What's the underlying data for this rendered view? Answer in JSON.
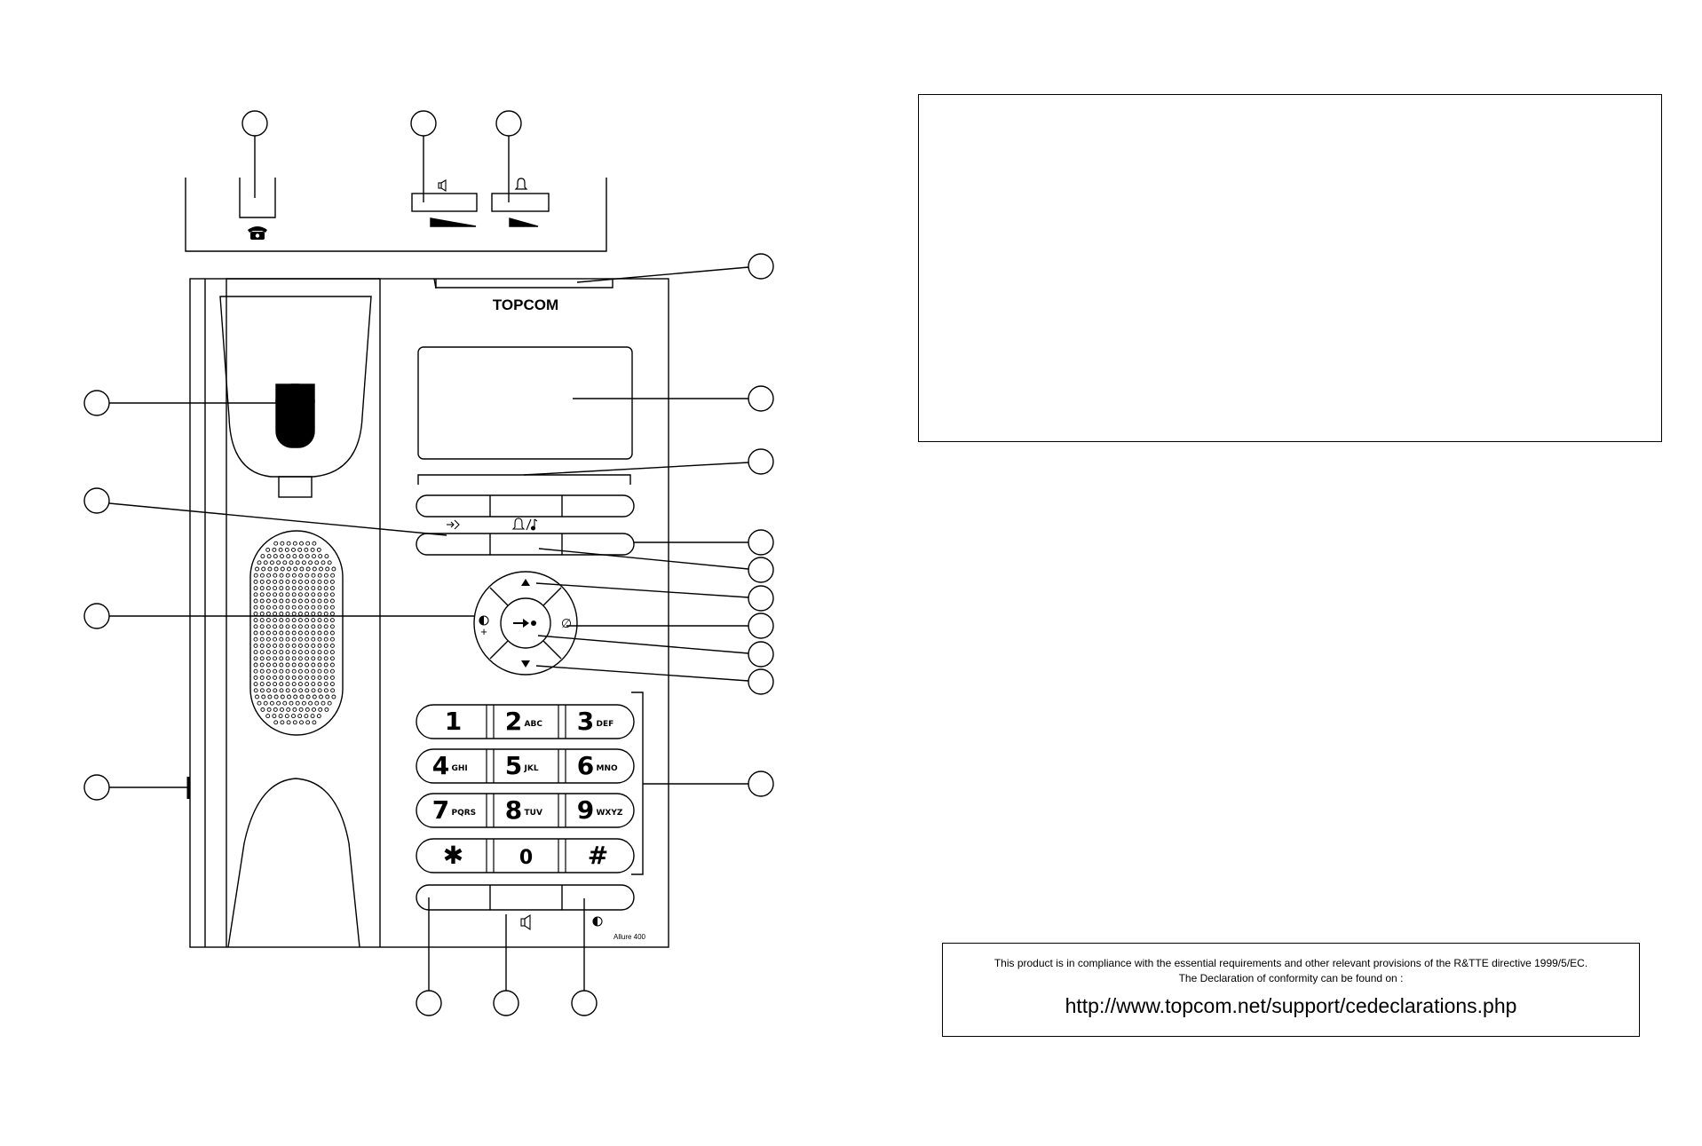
{
  "brand": "TOPCOM",
  "model": "Allure 400",
  "icons": {
    "handset_hook": "telephone-icon",
    "handsfree_volume": "speaker-icon",
    "ringer_volume": "bell-icon",
    "memory_key": "memory-in-icon",
    "ringer_melody_key": "bell-note-icon",
    "nav_up": "up-arrow-icon",
    "nav_down": "down-arrow-icon",
    "nav_ok": "enter-icon",
    "nav_left_top": "redial-icon",
    "nav_left_bottom": "plus-icon",
    "nav_right": "delete-icon",
    "handsfree_key": "speaker-icon",
    "redial_key": "redial-icon"
  },
  "nav": {
    "plus": "+",
    "delete": "∅"
  },
  "keypad": [
    {
      "digit": "1",
      "letters": ""
    },
    {
      "digit": "2",
      "letters": "ABC"
    },
    {
      "digit": "3",
      "letters": "DEF"
    },
    {
      "digit": "4",
      "letters": "GHI"
    },
    {
      "digit": "5",
      "letters": "JKL"
    },
    {
      "digit": "6",
      "letters": "MNO"
    },
    {
      "digit": "7",
      "letters": "PQRS"
    },
    {
      "digit": "8",
      "letters": "TUV"
    },
    {
      "digit": "9",
      "letters": "WXYZ"
    },
    {
      "digit": "✱",
      "letters": ""
    },
    {
      "digit": "0",
      "letters": ""
    },
    {
      "digit": "#",
      "letters": ""
    }
  ],
  "compliance": {
    "line1": "This product is in compliance with the essential requirements and other relevant provisions of the R&TTE directive 1999/5/EC.",
    "line2": "The Declaration of conformity can be found on :",
    "url": "http://www.topcom.net/support/cedeclarations.php"
  }
}
